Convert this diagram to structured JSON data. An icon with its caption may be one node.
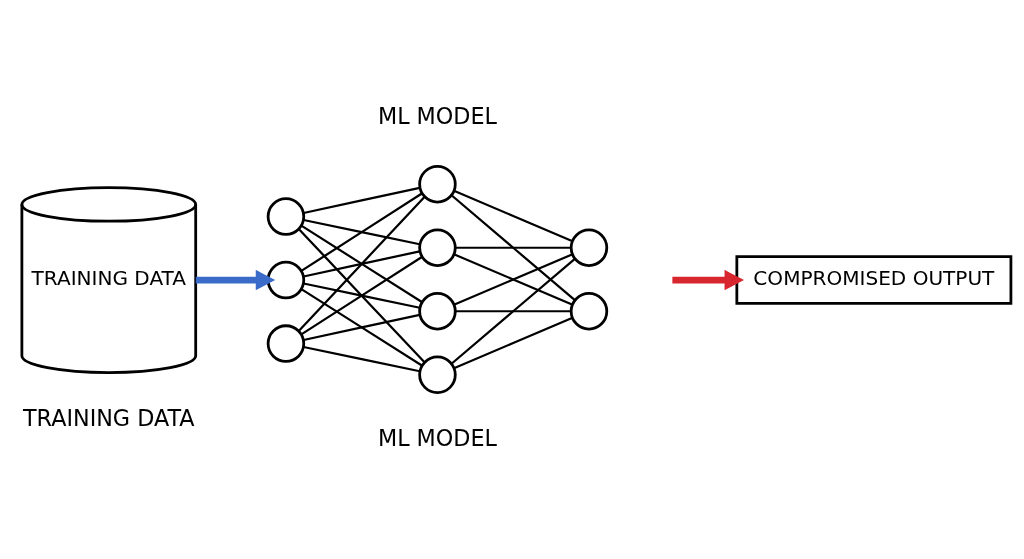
{
  "diagram": {
    "nodes": [
      {
        "text": [
          "TRAINING DATA"
        ],
        "beside": [
          "TRAINING DATA"
        ]
      },
      {
        "text": [],
        "shape": "circle"
      },
      {
        "text": [],
        "shape": "circle"
      },
      {
        "text": [],
        "shape": "circle"
      },
      {
        "text": [],
        "shape": "circle"
      },
      {
        "text": [],
        "shape": "circle"
      },
      {
        "text": [],
        "shape": "circle"
      },
      {
        "text": [],
        "shape": "circle"
      },
      {
        "text": [],
        "shape": "circle"
      },
      {
        "text": [],
        "shape": "circle"
      },
      {
        "text": [
          "COMPROMISED OUTPUT"
        ]
      }
    ],
    "edges": [
      {
        "from": 0,
        "to": 2,
        "arrow": "to",
        "style": "thick",
        "color": "#3a6bc8"
      },
      {
        "from": 1,
        "to": 4,
        "arrow": "none"
      },
      {
        "from": 1,
        "to": 5,
        "arrow": "none"
      },
      {
        "from": 1,
        "to": 6,
        "arrow": "none"
      },
      {
        "from": 1,
        "to": 7,
        "arrow": "none"
      },
      {
        "from": 2,
        "to": 4,
        "arrow": "none"
      },
      {
        "from": 2,
        "to": 5,
        "arrow": "none"
      },
      {
        "from": 2,
        "to": 6,
        "arrow": "none"
      },
      {
        "from": 2,
        "to": 7,
        "arrow": "none"
      },
      {
        "from": 3,
        "to": 4,
        "arrow": "none"
      },
      {
        "from": 3,
        "to": 5,
        "arrow": "none"
      },
      {
        "from": 3,
        "to": 6,
        "arrow": "none"
      },
      {
        "from": 3,
        "to": 7,
        "arrow": "none"
      },
      {
        "from": 4,
        "to": 8,
        "arrow": "none"
      },
      {
        "from": 4,
        "to": 9,
        "arrow": "none"
      },
      {
        "from": 5,
        "to": 8,
        "arrow": "none"
      },
      {
        "from": 5,
        "to": 9,
        "arrow": "none"
      },
      {
        "from": 6,
        "to": 8,
        "arrow": "none"
      },
      {
        "from": 6,
        "to": 9,
        "arrow": "none"
      },
      {
        "from": 7,
        "to": 8,
        "arrow": "none"
      },
      {
        "from": 7,
        "to": 9,
        "arrow": "none"
      },
      {
        "from": null,
        "to": 10,
        "arrow": "to",
        "style": "thick",
        "color": "#d8262e"
      }
    ],
    "labels": [
      "ML MODEL",
      "ML MODEL"
    ]
  }
}
